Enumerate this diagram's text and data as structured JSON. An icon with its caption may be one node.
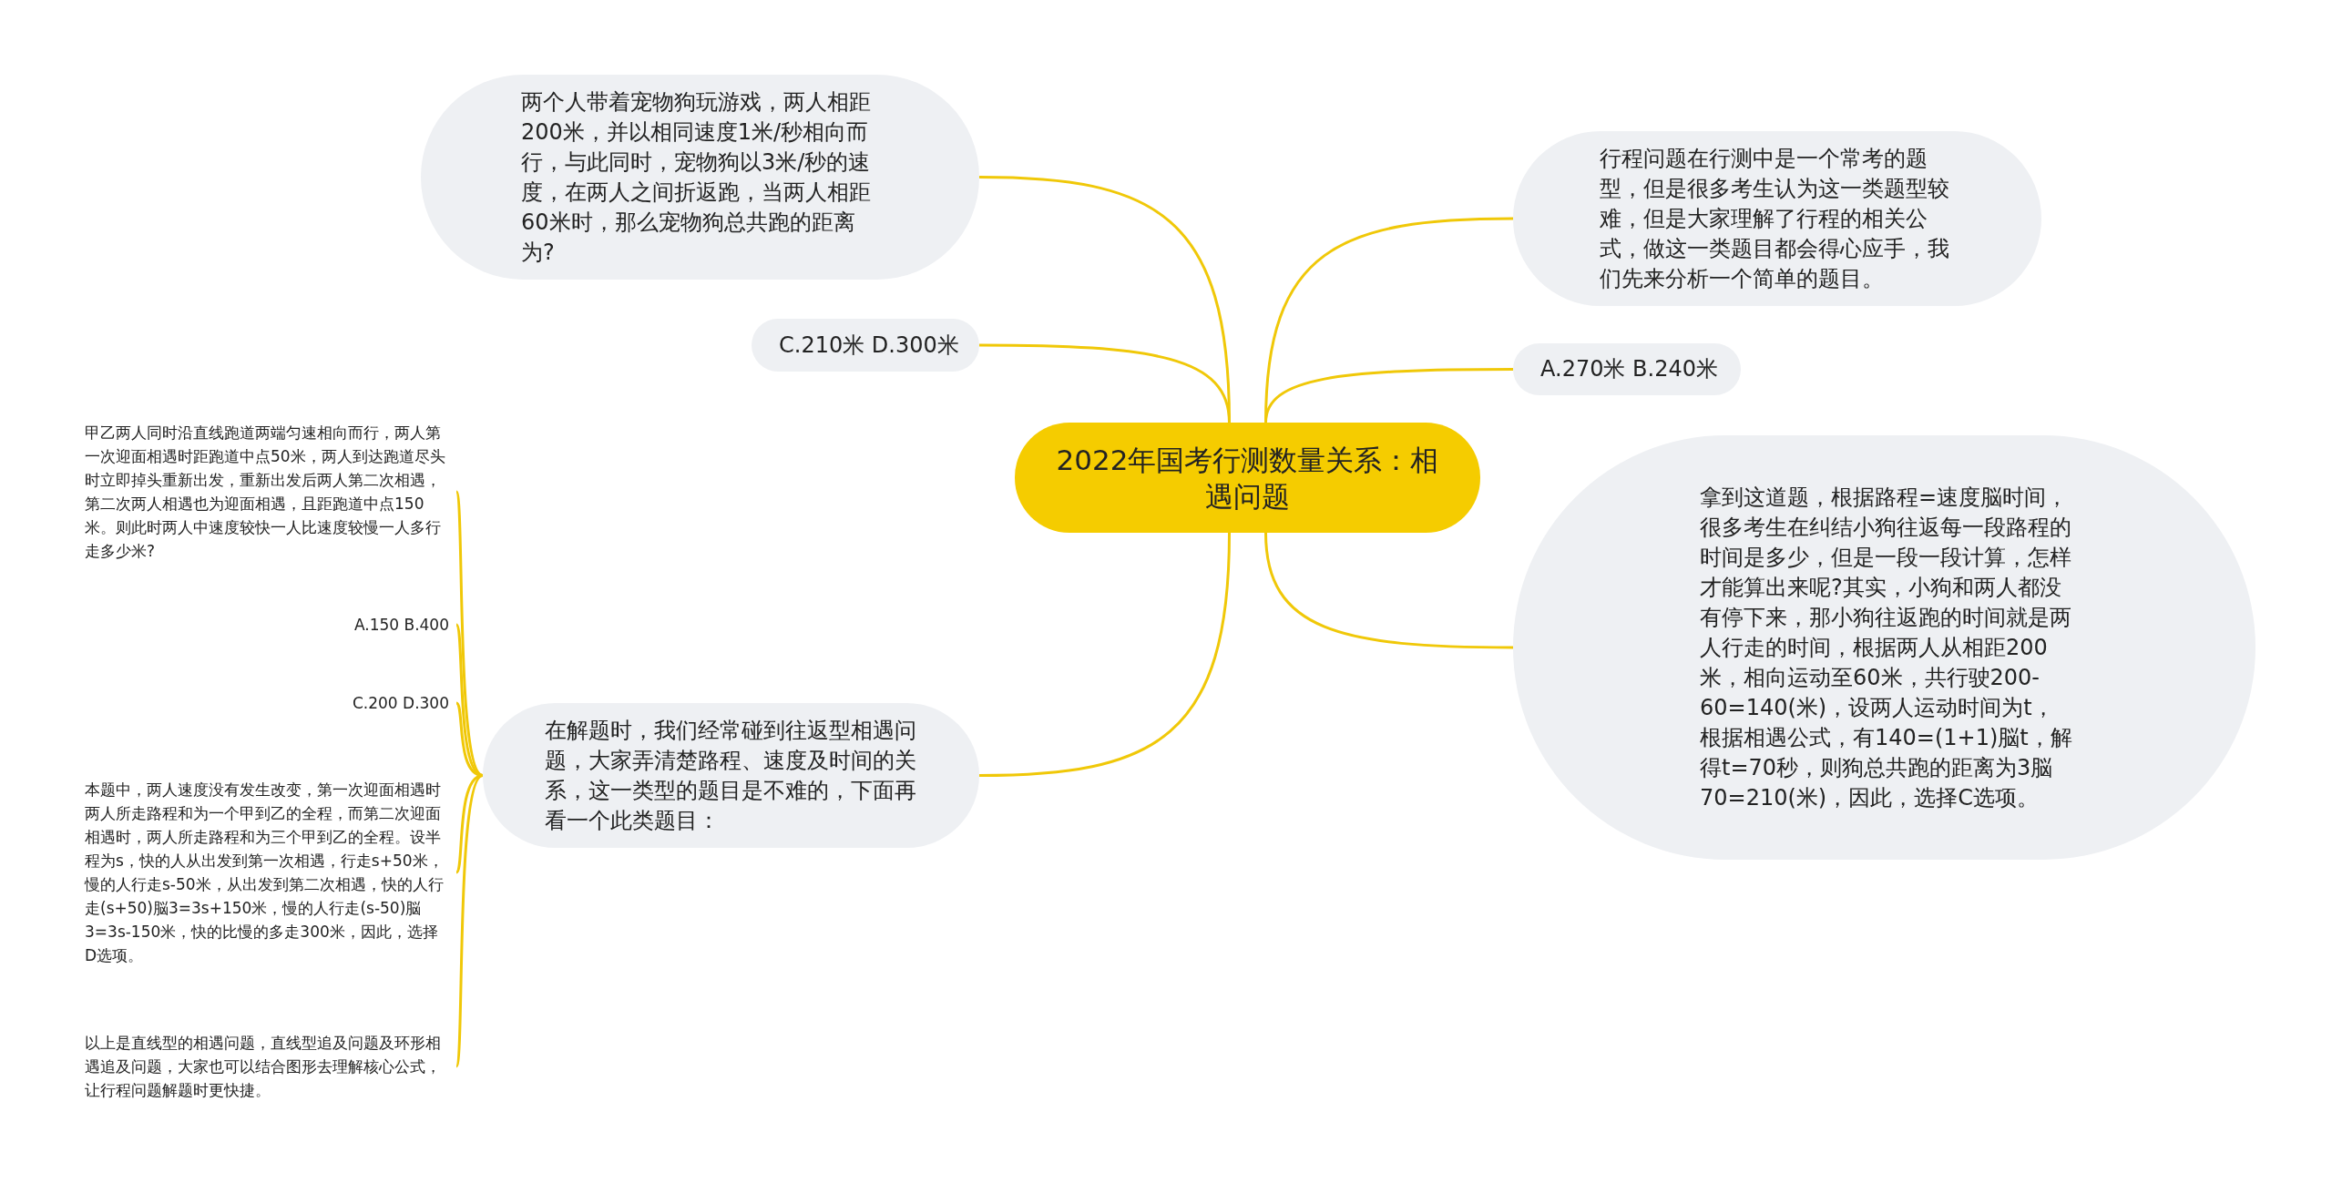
{
  "diagram": {
    "nodes": [
      {
        "text": [
          "2022年国考行测数量关系：相遇问题"
        ]
      },
      {
        "text": [
          "两个人带着宠物狗玩游戏，两人相距200米，并以相同速度1米/秒相向而行，与此同时，宠物狗以3米/秒的速度，在两人之间折返跑，当两人相距60米时，那么宠物狗总共跑的距离为?"
        ]
      },
      {
        "text": [
          "C.210米 D.300米"
        ]
      },
      {
        "text": [
          "在解题时，我们经常碰到往返型相遇问题，大家弄清楚路程、速度及时间的关系，这一类型的题目是不难的，下面再看一个此类题目："
        ]
      },
      {
        "text": [
          "行程问题在行测中是一个常考的题型，但是很多考生认为这一类题型较难，但是大家理解了行程的相关公式，做这一类题目都会得心应手，我们先来分析一个简单的题目。"
        ]
      },
      {
        "text": [
          "A.270米 B.240米"
        ]
      },
      {
        "text": [
          "拿到这道题，根据路程=速度脳时间，很多考生在纠结小狗往返每一段路程的时间是多少，但是一段一段计算，怎样才能算出来呢?其实，小狗和两人都没有停下来，那小狗往返跑的时间就是两人行走的时间，根据两人从相距200米，相向运动至60米，共行驶200-60=140(米)，设两人运动时间为t，根据相遇公式，有140=(1+1)脳t，解得t=70秒，则狗总共跑的距离为3脳70=210(米)，因此，选择C选项。"
        ]
      },
      {
        "text": [
          "甲乙两人同时沿直线跑道两端匀速相向而行，两人第一次迎面相遇时距跑道中点50米，两人到达跑道尽头时立即掉头重新出发，重新出发后两人第二次相遇，第二次两人相遇也为迎面相遇，且距跑道中点150米。则此时两人中速度较快一人比速度较慢一人多行走多少米?"
        ]
      },
      {
        "text": [
          "A.150 B.400"
        ]
      },
      {
        "text": [
          "C.200 D.300"
        ]
      },
      {
        "text": [
          "本题中，两人速度没有发生改变，第一次迎面相遇时两人所走路程和为一个甲到乙的全程，而第二次迎面相遇时，两人所走路程和为三个甲到乙的全程。设半程为s，快的人从出发到第一次相遇，行走s+50米，慢的人行走s-50米，从出发到第二次相遇，快的人行走(s+50)脳3=3s+150米，慢的人行走(s-50)脳3=3s-150米，快的比慢的多走300米，因此，选择D选项。"
        ]
      },
      {
        "text": [
          "以上是直线型的相遇问题，直线型追及问题及环形相遇追及问题，大家也可以结合图形去理解核心公式，让行程问题解题时更快捷。"
        ]
      }
    ],
    "edges": [
      {
        "from": 0,
        "to": 1,
        "arrow": "none"
      },
      {
        "from": 0,
        "to": 2,
        "arrow": "none"
      },
      {
        "from": 0,
        "to": 3,
        "arrow": "none"
      },
      {
        "from": 0,
        "to": 4,
        "arrow": "none"
      },
      {
        "from": 0,
        "to": 5,
        "arrow": "none"
      },
      {
        "from": 0,
        "to": 6,
        "arrow": "none"
      },
      {
        "from": 3,
        "to": 7,
        "arrow": "none"
      },
      {
        "from": 3,
        "to": 8,
        "arrow": "none"
      },
      {
        "from": 3,
        "to": 9,
        "arrow": "none"
      },
      {
        "from": 3,
        "to": 10,
        "arrow": "none"
      },
      {
        "from": 3,
        "to": 11,
        "arrow": "none"
      }
    ]
  }
}
